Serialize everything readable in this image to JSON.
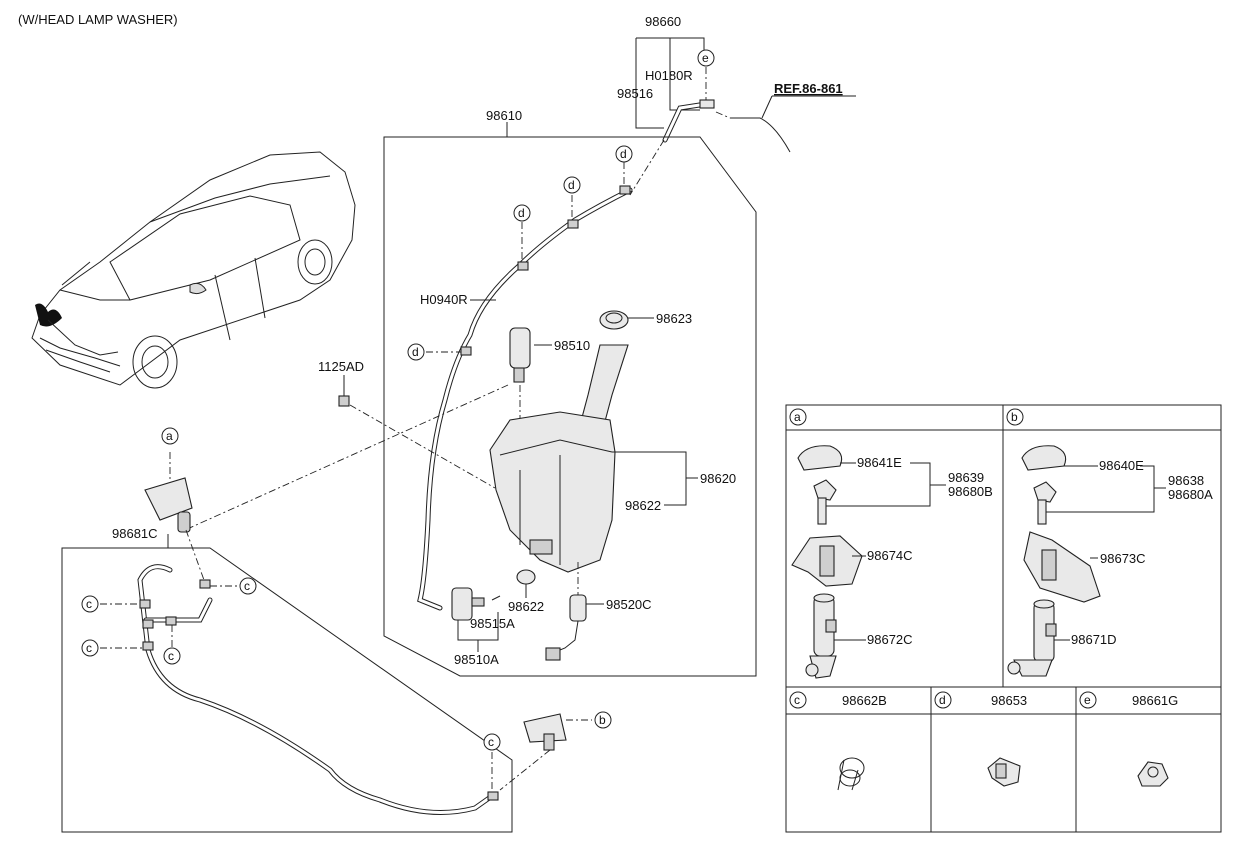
{
  "header": {
    "title": "(W/HEAD LAMP WASHER)"
  },
  "labels": {
    "p98660": "98660",
    "h0180r": "H0180R",
    "p98516": "98516",
    "ref": "REF.86-861",
    "p98610": "98610",
    "h0940r": "H0940R",
    "p98623": "98623",
    "p98510": "98510",
    "p1125ad": "1125AD",
    "p98620": "98620",
    "p98622a": "98622",
    "p98622b": "98622",
    "p98520c": "98520C",
    "p98515a": "98515A",
    "p98510a": "98510A",
    "p98681c": "98681C"
  },
  "callouts": {
    "a": "a",
    "b": "b",
    "c": "c",
    "d": "d",
    "e": "e"
  },
  "detail_table": {
    "a": {
      "letter": "a",
      "p1": "98641E",
      "p2": "98639",
      "p3": "98680B",
      "p4": "98674C",
      "p5": "98672C"
    },
    "b": {
      "letter": "b",
      "p1": "98640E",
      "p2": "98638",
      "p3": "98680A",
      "p4": "98673C",
      "p5": "98671D"
    },
    "c": {
      "letter": "c",
      "part": "98662B"
    },
    "d": {
      "letter": "d",
      "part": "98653"
    },
    "e": {
      "letter": "e",
      "part": "98661G"
    }
  }
}
